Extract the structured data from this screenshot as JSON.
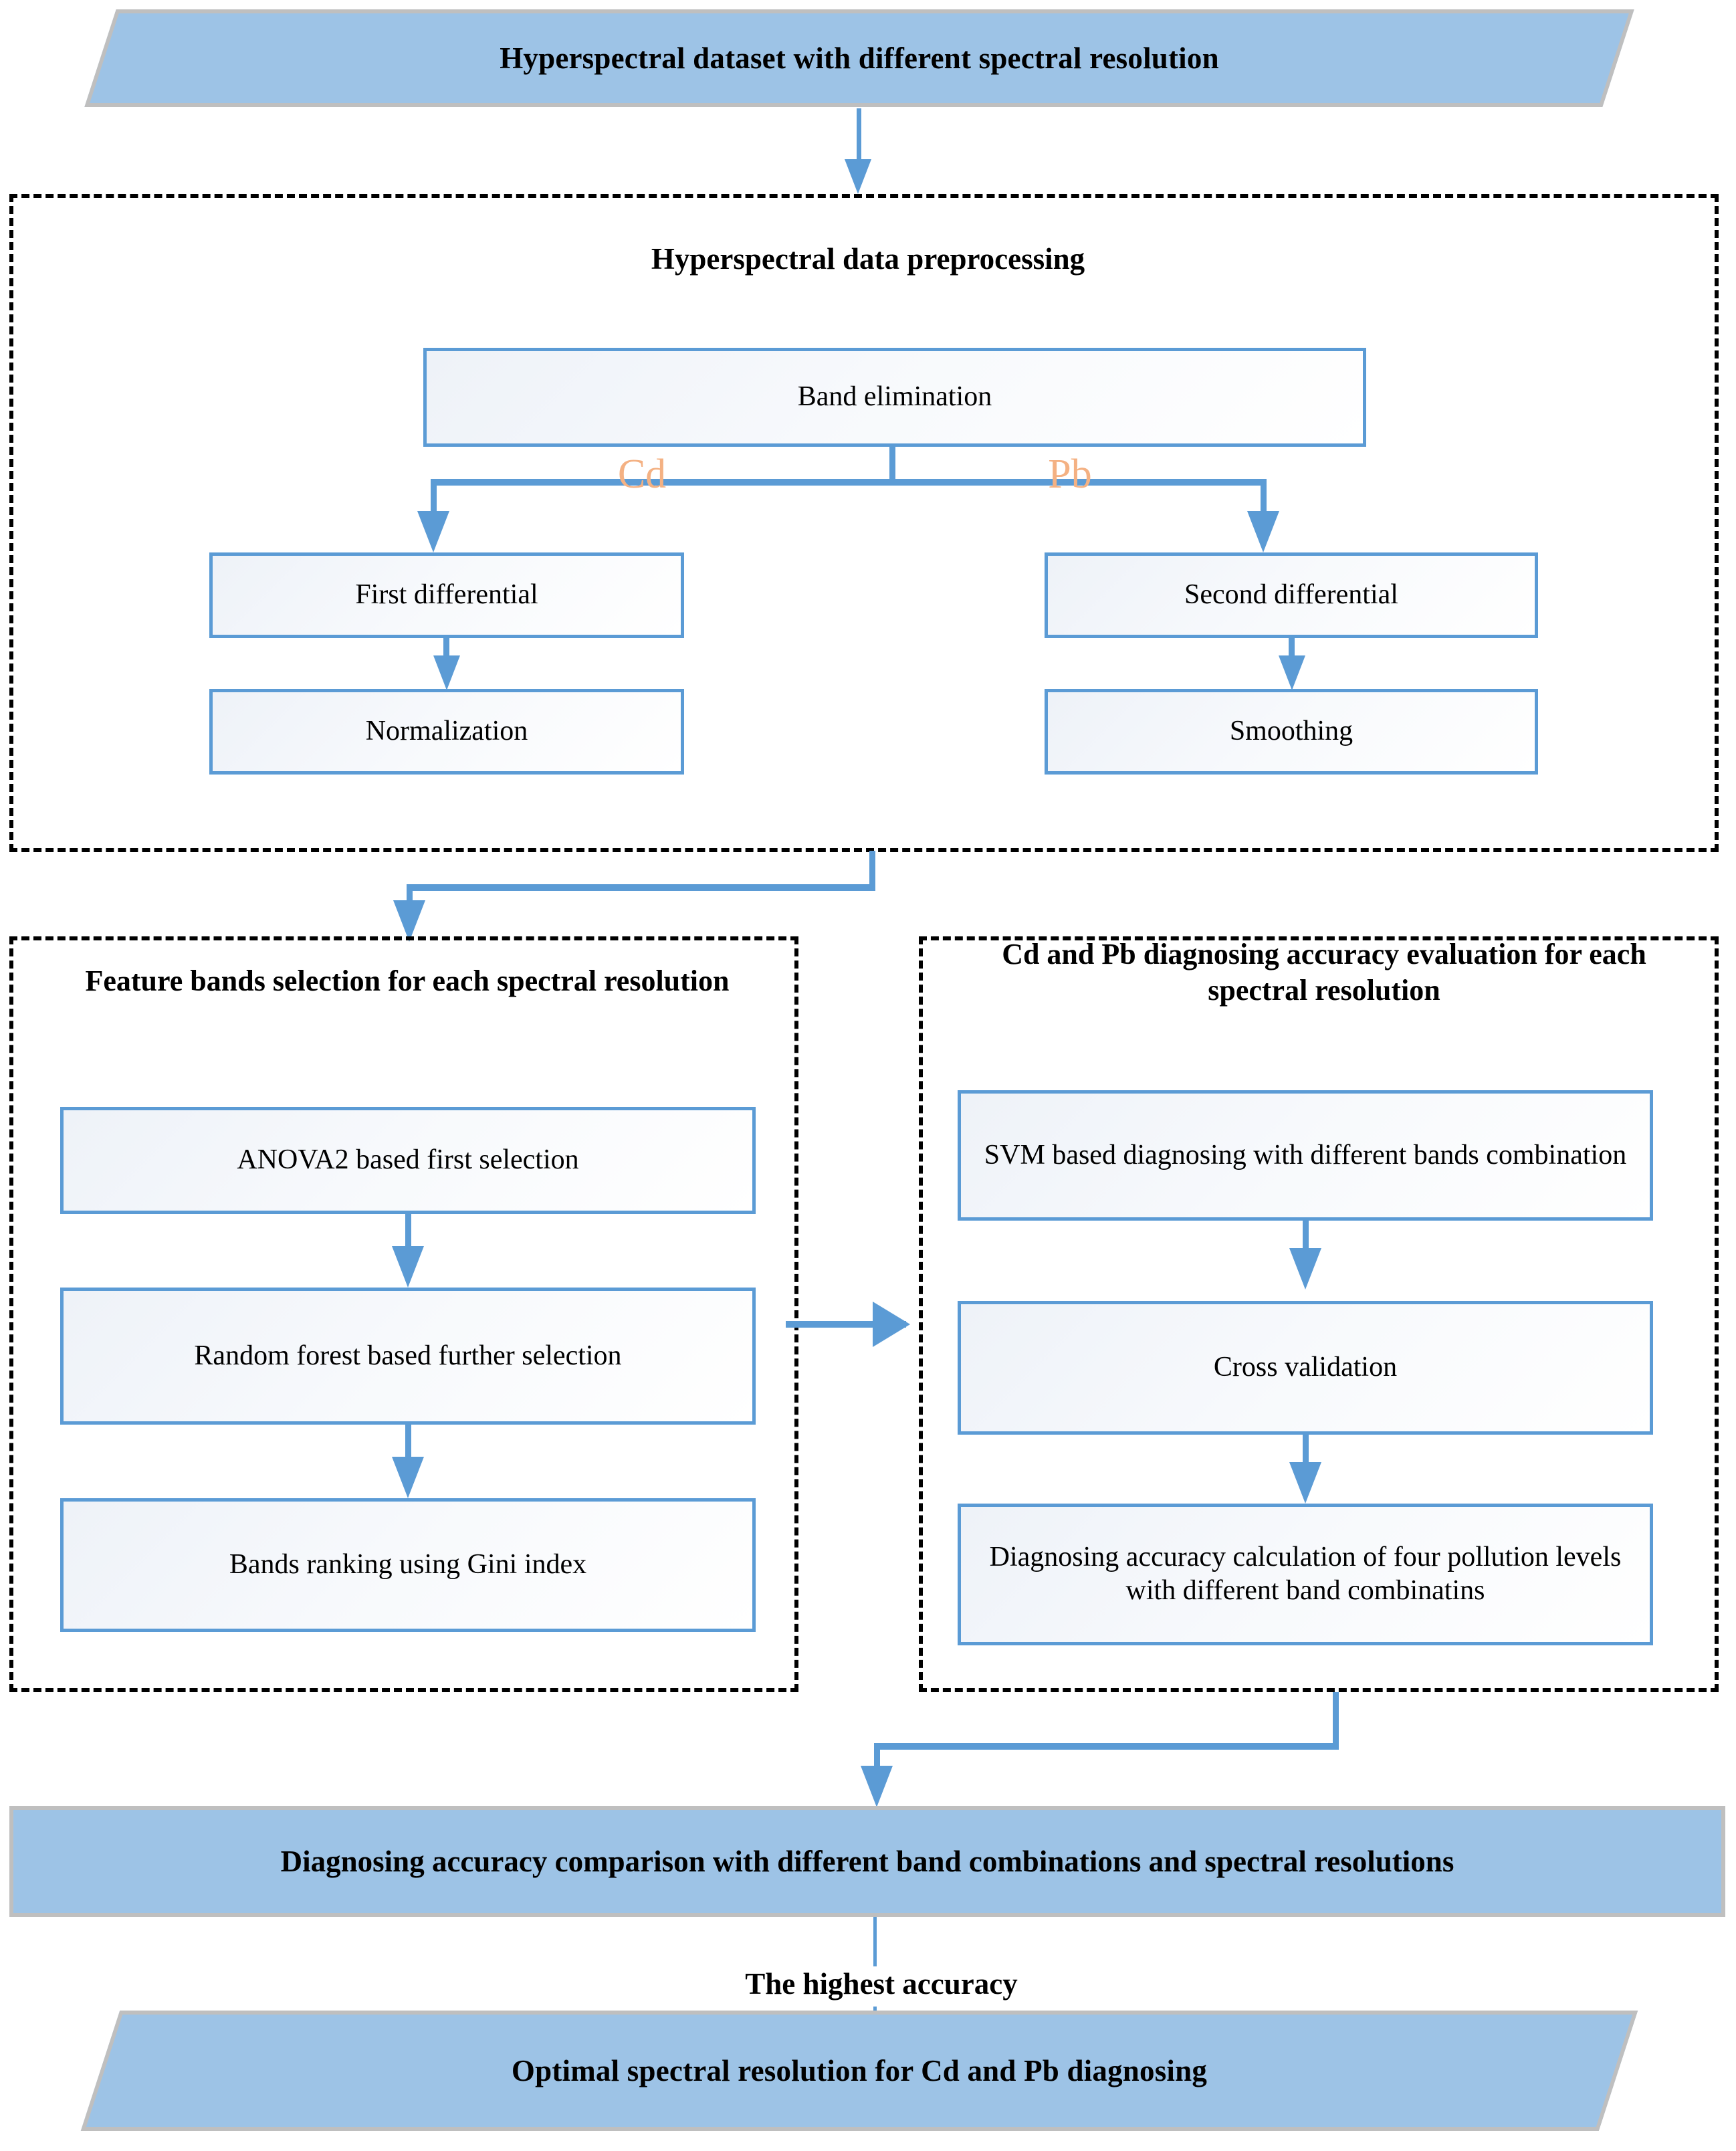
{
  "colors": {
    "terminator_fill": "#9DC3E6",
    "terminator_border": "#BFBFBF",
    "process_border": "#5B9BD5",
    "connector": "#5B9BD5",
    "branch_label": "#F4B183",
    "group_border": "#000000",
    "text": "#000000"
  },
  "nodes": {
    "start": {
      "label": "Hyperspectral dataset with different spectral resolution"
    },
    "end": {
      "label": "Optimal spectral resolution for Cd and Pb diagnosing"
    },
    "comparison": {
      "label": "Diagnosing accuracy comparison with different band combinations and spectral resolutions"
    }
  },
  "groups": {
    "preprocessing": {
      "title": "Hyperspectral data preprocessing",
      "boxes": {
        "band_elimination": "Band elimination",
        "first_differential": "First differential",
        "normalization": "Normalization",
        "second_differential": "Second differential",
        "smoothing": "Smoothing"
      },
      "branches": {
        "left": "Cd",
        "right": "Pb"
      }
    },
    "feature_selection": {
      "title": "Feature bands selection for each spectral resolution",
      "boxes": {
        "anova": "ANOVA2 based first selection",
        "random_forest": "Random forest based further selection",
        "gini": "Bands ranking using Gini index"
      }
    },
    "accuracy_evaluation": {
      "title": "Cd and Pb diagnosing accuracy evaluation for each spectral resolution",
      "boxes": {
        "svm": "SVM based diagnosing  with different bands combination",
        "cross_validation": "Cross validation",
        "accuracy_calc": "Diagnosing  accuracy calculation of four pollution levels with different band combinatins"
      }
    }
  },
  "edges": {
    "highest_accuracy_label": "The highest accuracy"
  }
}
